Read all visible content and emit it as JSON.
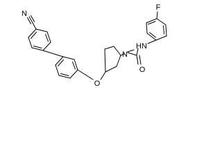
{
  "molecule": {
    "atoms": {
      "nitrile_n": "N",
      "nh": "HN",
      "fluorine": "F",
      "piperidine_n": "N",
      "carbonyl_o": "O",
      "ether_o": "O"
    }
  },
  "colors": {
    "bond": "#000000",
    "label": "#000000",
    "background": "#ffffff"
  }
}
